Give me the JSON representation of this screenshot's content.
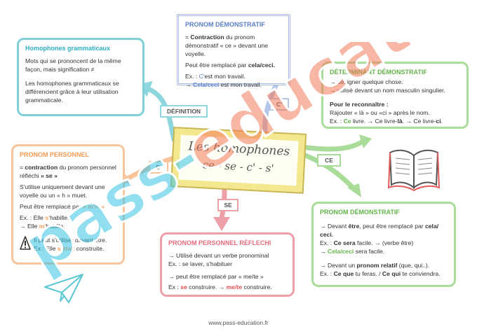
{
  "center": {
    "line1": "Les homophones",
    "line2": "ce - se - c' - s'"
  },
  "tags": {
    "definition": "DÉFINITION",
    "c_apos": "C'",
    "ce": "CE",
    "s_apos": "S'",
    "se": "SE"
  },
  "homophones": {
    "title": "Homophones grammaticaux",
    "p1": "Mots qui se prononcent de la même façon, mais signification ≠",
    "p2": "Les homophones grammaticaux se différencient grâce à leur utilisation grammaticale."
  },
  "pronom_demo_top": {
    "title": "PRONOM DÉMONSTRATIF",
    "l1a": "= ",
    "l1b": "Contraction",
    "l1c": " du pronom démonstratif « ce » devant une voyelle.",
    "l2a": "Peut être remplacé par ",
    "l2b": "cela/ceci.",
    "l3a": "Ex. : ",
    "l3b": "C'",
    "l3c": "est mon travail.",
    "l4a": "→ ",
    "l4b": "Cela/ceci",
    "l4c": " est mon travail."
  },
  "determinant": {
    "title": "DÉTERMINANT DÉMONSTRATIF",
    "l1": "→ désigner quelque chose.",
    "l2": "→ utilisé devant un nom masculin singulier.",
    "l3": "Pour le reconnaître :",
    "l4": "Rajouter « là » ou «ci » après le nom.",
    "l5a": "Ex. : ",
    "l5b": "Ce",
    "l5c": " livre. → Ce livre-",
    "l5d": "là",
    "l5e": ". → Ce livre-",
    "l5f": "ci",
    "l5g": "."
  },
  "pronom_perso": {
    "title": "PRONOM PERSONNEL",
    "l1a": "= ",
    "l1b": "contraction",
    "l1c": " du pronom personnel réfléchi ",
    "l1d": "« se »",
    "l2": "S'utilise uniquement devant une voyelle ou un « h » muet.",
    "l3a": "Peut être remplacé par ",
    "l3b": "« m'/t' »",
    "l4a": "Ex. : Elle ",
    "l4b": "s'",
    "l4c": "habille.",
    "l5a": "→ Elle ",
    "l5b": "m'",
    "l5c": "habille.",
    "l6": "Il peut s'utiliser devant être.",
    "l7a": "Ex : Elle ",
    "l7b": "s'était",
    "l7c": " construite."
  },
  "pronom_demo_bottom": {
    "title": "PRONOM DÉMONSTRATIF",
    "l1a": "→ Devant ",
    "l1b": "être",
    "l1c": ", peut être remplacé par ",
    "l1d": "cela/ ceci.",
    "l2a": "Ex. : ",
    "l2b": "Ce sera",
    "l2c": " facile. → (verbe être)",
    "l3a": "→ ",
    "l3b": "Cela/ceci",
    "l3c": " sera facile.",
    "l4a": "→ Devant un ",
    "l4b": "pronom relatif",
    "l4c": " (que, qui..).",
    "l5a": "Ex. : ",
    "l5b": "Ce que",
    "l5c": " tu feras. / ",
    "l5d": "Ce qui",
    "l5e": " te conviendra."
  },
  "reflechi": {
    "title": "PRONOM PERSONNEL RÉFLECHI",
    "l1": "→ Utilisé devant un verbe pronominal",
    "l2": "Ex. : se laver, s'habituer",
    "l3": "→ peut être remplacé par « me/te »",
    "l4a": "Ex : ",
    "l4b": "se",
    "l4c": " construire. → ",
    "l4d": "me/te",
    "l4e": " construire."
  },
  "watermark": "pass-education",
  "footer": "www.pass-education.fr",
  "colors": {
    "teal": "#5bc8d2",
    "orange": "#f7b47a",
    "blue": "#9fb3e0",
    "green": "#8fd17a",
    "pink": "#e88a94",
    "frame": "#f1e58a"
  }
}
